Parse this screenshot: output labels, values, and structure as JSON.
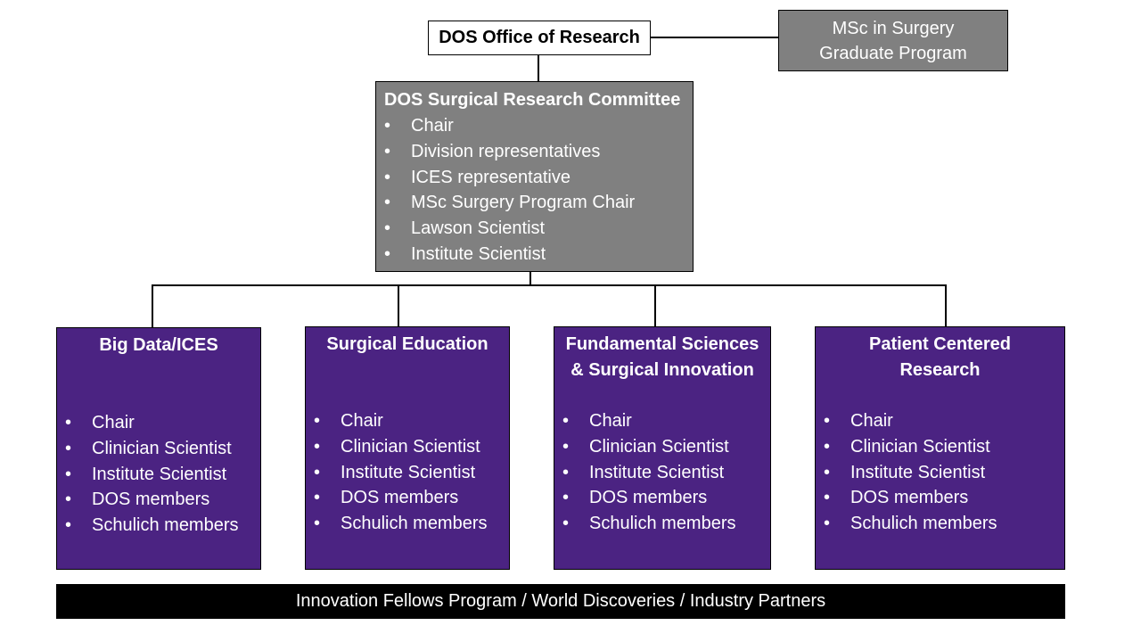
{
  "office": {
    "title": "DOS Office of Research"
  },
  "msc_program": {
    "line1": "MSc in Surgery",
    "line2": "Graduate Program"
  },
  "committee": {
    "title": "DOS Surgical Research Committee",
    "members": [
      "Chair",
      "Division representatives",
      "ICES representative",
      "MSc Surgery Program Chair",
      "Lawson Scientist",
      "Institute Scientist"
    ]
  },
  "units": [
    {
      "title_line1": "Big Data/ICES",
      "title_line2": "",
      "members": [
        "Chair",
        "Clinician Scientist",
        "Institute Scientist",
        "DOS members",
        "Schulich members"
      ]
    },
    {
      "title_line1": "Surgical Education",
      "title_line2": "",
      "members": [
        "Chair",
        "Clinician Scientist",
        "Institute Scientist",
        "DOS members",
        "Schulich members"
      ]
    },
    {
      "title_line1": "Fundamental Sciences",
      "title_line2": "& Surgical Innovation",
      "members": [
        "Chair",
        "Clinician Scientist",
        "Institute Scientist",
        "DOS members",
        "Schulich members"
      ]
    },
    {
      "title_line1": "Patient Centered",
      "title_line2": "Research",
      "members": [
        "Chair",
        "Clinician Scientist",
        "Institute Scientist",
        "DOS members",
        "Schulich members"
      ]
    }
  ],
  "footer": {
    "text": "Innovation Fellows Program / World Discoveries / Industry Partners"
  },
  "colors": {
    "unit_fill": "#4b2382",
    "committee_fill": "#808080",
    "footer_fill": "#000000"
  }
}
